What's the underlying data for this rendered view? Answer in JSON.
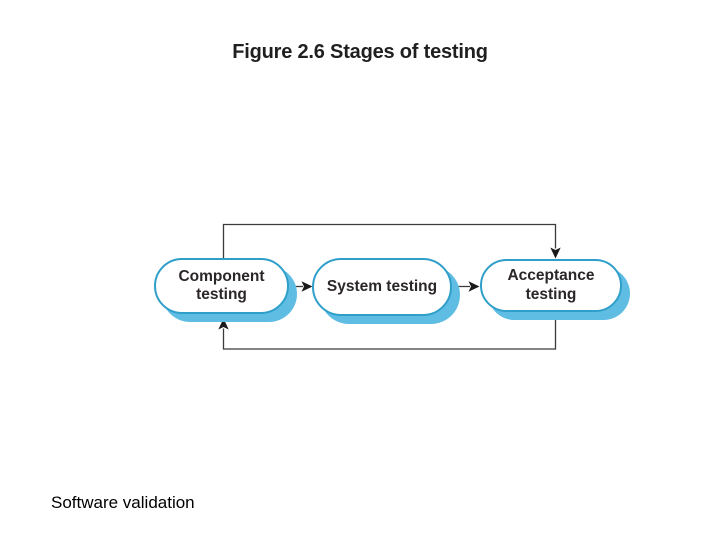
{
  "slide": {
    "title": "Figure 2.6 Stages of testing",
    "caption": "Software validation"
  },
  "diagram": {
    "nodes": [
      {
        "name": "component-testing",
        "lines": [
          "Component",
          "testing"
        ]
      },
      {
        "name": "system-testing",
        "lines": [
          "System testing"
        ]
      },
      {
        "name": "acceptance-testing",
        "lines": [
          "Acceptance",
          "testing"
        ]
      }
    ],
    "edges": [
      {
        "from": "component-testing",
        "to": "system-testing",
        "type": "forward-arrow"
      },
      {
        "from": "system-testing",
        "to": "acceptance-testing",
        "type": "forward-arrow"
      },
      {
        "from": "component-testing",
        "to": "acceptance-testing",
        "type": "feedback-loop-top"
      },
      {
        "from": "acceptance-testing",
        "to": "component-testing",
        "type": "feedback-loop-bottom"
      }
    ],
    "colors": {
      "node_border": "#2f9fca",
      "node_shadow": "#5fbde4",
      "node_fill": "#ffffff",
      "connector_line": "#3b3b3b",
      "arrowhead": "#1a1a1a",
      "node_text": "#2b2627",
      "title_text": "#1f1f1f"
    }
  }
}
